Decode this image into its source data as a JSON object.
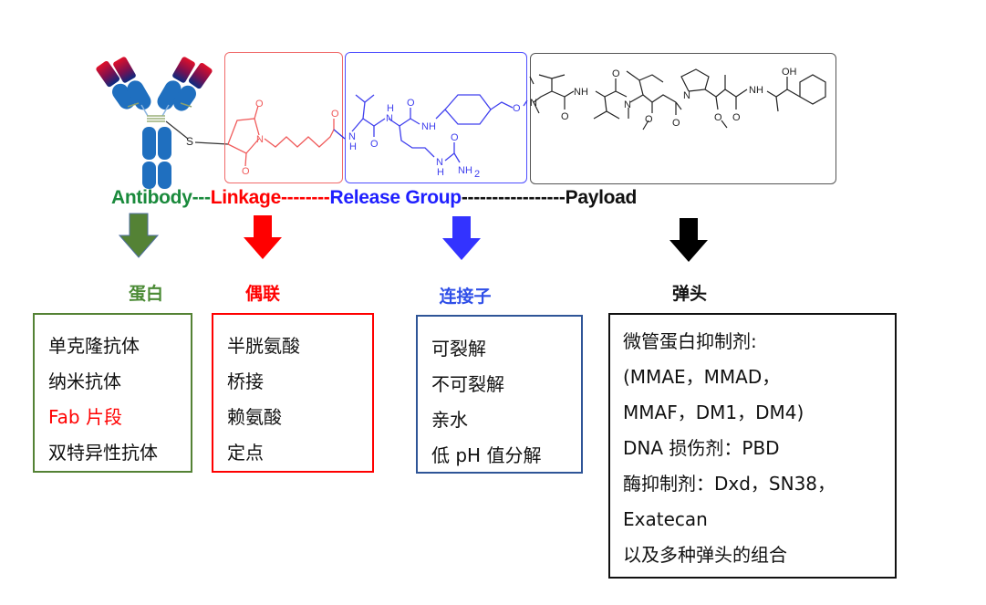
{
  "diagram": {
    "title_row": {
      "antibody": "Antibody",
      "sep1": "---",
      "linkage": "Linkage",
      "sep2": "--------",
      "release": "Release Group",
      "sep3": "-----------------",
      "payload": "Payload"
    },
    "colors": {
      "antibody": "#1a8a3c",
      "linkage": "#ff0000",
      "release": "#1f1fff",
      "payload": "#000000",
      "antibody_arrow": "#548235",
      "linkage_arrow": "#ff0000",
      "release_arrow": "#3333ff",
      "payload_arrow": "#000000",
      "linkage_struct": "#f05a5a",
      "release_struct": "#4040ee",
      "payload_struct": "#222222"
    },
    "chem_labels": {
      "sulfur": "S",
      "oxygen": "O",
      "nitrogen": "N",
      "nh": "NH",
      "h": "H",
      "nh2": "NH",
      "nh2_sub": "2",
      "oh": "OH"
    },
    "categories": [
      {
        "key": "antibody",
        "title": "蛋白",
        "items": [
          {
            "text": "单克隆抗体",
            "highlight": false
          },
          {
            "text": "纳米抗体",
            "highlight": false
          },
          {
            "text": "Fab 片段",
            "highlight": true
          },
          {
            "text": "双特异性抗体",
            "highlight": false
          }
        ]
      },
      {
        "key": "linkage",
        "title": "偶联",
        "items": [
          {
            "text": "半胱氨酸"
          },
          {
            "text": "桥接"
          },
          {
            "text": "赖氨酸"
          },
          {
            "text": "定点"
          }
        ]
      },
      {
        "key": "release",
        "title": "连接子",
        "items": [
          {
            "text": "可裂解"
          },
          {
            "text": "不可裂解"
          },
          {
            "text": "亲水"
          },
          {
            "text": "低 pH 值分解"
          }
        ]
      },
      {
        "key": "payload",
        "title": "弹头",
        "items": [
          {
            "text": "微管蛋白抑制剂:"
          },
          {
            "text": "(MMAE，MMAD，"
          },
          {
            "text": "MMAF，DM1，DM4)"
          },
          {
            "text": "DNA 损伤剂：PBD"
          },
          {
            "text": "酶抑制剂：Dxd，SN38，"
          },
          {
            "text": "Exatecan"
          },
          {
            "text": "以及多种弹头的组合"
          }
        ]
      }
    ],
    "icons": {
      "antibody": "antibody-y-shape-icon",
      "arrow": "down-arrow-icon"
    }
  }
}
